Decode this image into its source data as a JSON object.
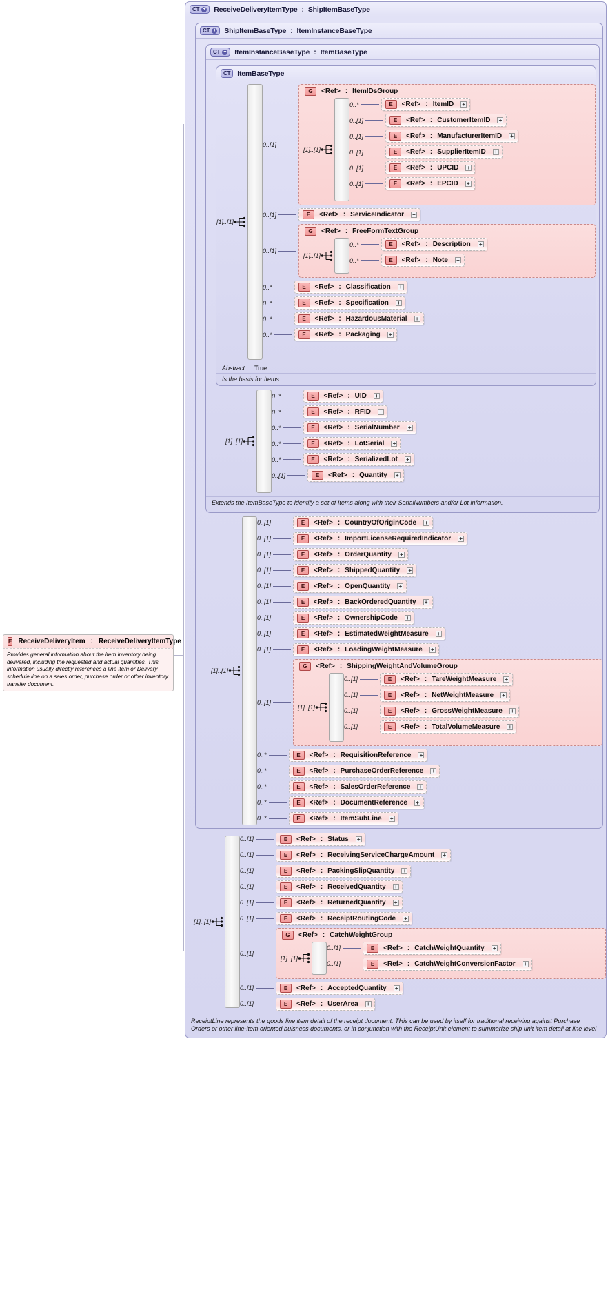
{
  "diagram": {
    "type": "xsd-schema-diagram",
    "root_element": {
      "badge": "E",
      "name": "ReceiveDeliveryItem",
      "separator": " : ",
      "type": "ReceiveDeliveryItemType",
      "documentation": "Provides general information about the item inventory being delivered, including the requested and actual quantities.  This information usually directly references a line item or Delivery schedule line on a sales order, purchase order or other inventory transfer document."
    },
    "containers": [
      {
        "badge": "CT",
        "expandable": true,
        "name": "ReceiveDeliveryItemType",
        "separator": " : ",
        "base": "ShipItemBaseType"
      },
      {
        "badge": "CT",
        "expandable": true,
        "name": "ShipItemBaseType",
        "separator": " : ",
        "base": "ItemInstanceBaseType"
      },
      {
        "badge": "CT",
        "expandable": true,
        "name": "ItemInstanceBaseType",
        "separator": " : ",
        "base": "ItemBaseType"
      },
      {
        "badge": "CT",
        "expandable": false,
        "name": "ItemBaseType",
        "separator": "",
        "base": ""
      }
    ],
    "item_base_type": {
      "sequence_cardinality": "[1]..[1]",
      "abstract_label": "Abstract",
      "abstract_value": "True",
      "documentation": "Is the basis for Items.",
      "children": [
        {
          "kind": "group",
          "cardinality": "0..[1]",
          "badge": "G",
          "ref": "<Ref>",
          "separator": " : ",
          "name": "ItemIDsGroup",
          "sequence_cardinality": "[1]..[1]",
          "children": [
            {
              "kind": "element",
              "cardinality": "0..*",
              "badge": "E",
              "ref": "<Ref>",
              "separator": " : ",
              "name": "ItemID",
              "expander": "+"
            },
            {
              "kind": "element",
              "cardinality": "0..[1]",
              "badge": "E",
              "ref": "<Ref>",
              "separator": " : ",
              "name": "CustomerItemID",
              "expander": "+"
            },
            {
              "kind": "element",
              "cardinality": "0..[1]",
              "badge": "E",
              "ref": "<Ref>",
              "separator": " : ",
              "name": "ManufacturerItemID",
              "expander": "+"
            },
            {
              "kind": "element",
              "cardinality": "0..[1]",
              "badge": "E",
              "ref": "<Ref>",
              "separator": " : ",
              "name": "SupplierItemID",
              "expander": "+"
            },
            {
              "kind": "element",
              "cardinality": "0..[1]",
              "badge": "E",
              "ref": "<Ref>",
              "separator": " : ",
              "name": "UPCID",
              "expander": "+"
            },
            {
              "kind": "element",
              "cardinality": "0..[1]",
              "badge": "E",
              "ref": "<Ref>",
              "separator": " : ",
              "name": "EPCID",
              "expander": "+"
            }
          ]
        },
        {
          "kind": "element",
          "cardinality": "0..[1]",
          "badge": "E",
          "ref": "<Ref>",
          "separator": " : ",
          "name": "ServiceIndicator",
          "expander": "+"
        },
        {
          "kind": "group",
          "cardinality": "0..[1]",
          "badge": "G",
          "ref": "<Ref>",
          "separator": " : ",
          "name": "FreeFormTextGroup",
          "sequence_cardinality": "[1]..[1]",
          "children": [
            {
              "kind": "element",
              "cardinality": "0..*",
              "badge": "E",
              "ref": "<Ref>",
              "separator": " : ",
              "name": "Description",
              "expander": "+"
            },
            {
              "kind": "element",
              "cardinality": "0..*",
              "badge": "E",
              "ref": "<Ref>",
              "separator": " : ",
              "name": "Note",
              "expander": "+"
            }
          ]
        },
        {
          "kind": "element",
          "cardinality": "0..*",
          "badge": "E",
          "ref": "<Ref>",
          "separator": " : ",
          "name": "Classification",
          "expander": "+"
        },
        {
          "kind": "element",
          "cardinality": "0..*",
          "badge": "E",
          "ref": "<Ref>",
          "separator": " : ",
          "name": "Specification",
          "expander": "+"
        },
        {
          "kind": "element",
          "cardinality": "0..*",
          "badge": "E",
          "ref": "<Ref>",
          "separator": " : ",
          "name": "HazardousMaterial",
          "expander": "+"
        },
        {
          "kind": "element",
          "cardinality": "0..*",
          "badge": "E",
          "ref": "<Ref>",
          "separator": " : ",
          "name": "Packaging",
          "expander": "+"
        }
      ]
    },
    "item_instance_base_type": {
      "sequence_cardinality": "[1]..[1]",
      "documentation": "Extends the ItemBaseType to identify a set of Items along with their SerialNumbers and/or Lot information.",
      "children": [
        {
          "kind": "element",
          "cardinality": "0..*",
          "badge": "E",
          "ref": "<Ref>",
          "separator": " : ",
          "name": "UID",
          "expander": "+"
        },
        {
          "kind": "element",
          "cardinality": "0..*",
          "badge": "E",
          "ref": "<Ref>",
          "separator": " : ",
          "name": "RFID",
          "expander": "+"
        },
        {
          "kind": "element",
          "cardinality": "0..*",
          "badge": "E",
          "ref": "<Ref>",
          "separator": " : ",
          "name": "SerialNumber",
          "expander": "+"
        },
        {
          "kind": "element",
          "cardinality": "0..*",
          "badge": "E",
          "ref": "<Ref>",
          "separator": " : ",
          "name": "LotSerial",
          "expander": "+"
        },
        {
          "kind": "element",
          "cardinality": "0..*",
          "badge": "E",
          "ref": "<Ref>",
          "separator": " : ",
          "name": "SerializedLot",
          "expander": "+"
        },
        {
          "kind": "element",
          "cardinality": "0..[1]",
          "badge": "E",
          "ref": "<Ref>",
          "separator": " : ",
          "name": "Quantity",
          "expander": "+"
        }
      ]
    },
    "ship_item_base_type": {
      "sequence_cardinality": "[1]..[1]",
      "children": [
        {
          "kind": "element",
          "cardinality": "0..[1]",
          "badge": "E",
          "ref": "<Ref>",
          "separator": " : ",
          "name": "CountryOfOriginCode",
          "expander": "+"
        },
        {
          "kind": "element",
          "cardinality": "0..[1]",
          "badge": "E",
          "ref": "<Ref>",
          "separator": " : ",
          "name": "ImportLicenseRequiredIndicator",
          "expander": "+"
        },
        {
          "kind": "element",
          "cardinality": "0..[1]",
          "badge": "E",
          "ref": "<Ref>",
          "separator": " : ",
          "name": "OrderQuantity",
          "expander": "+"
        },
        {
          "kind": "element",
          "cardinality": "0..[1]",
          "badge": "E",
          "ref": "<Ref>",
          "separator": " : ",
          "name": "ShippedQuantity",
          "expander": "+"
        },
        {
          "kind": "element",
          "cardinality": "0..[1]",
          "badge": "E",
          "ref": "<Ref>",
          "separator": " : ",
          "name": "OpenQuantity",
          "expander": "+"
        },
        {
          "kind": "element",
          "cardinality": "0..[1]",
          "badge": "E",
          "ref": "<Ref>",
          "separator": " : ",
          "name": "BackOrderedQuantity",
          "expander": "+"
        },
        {
          "kind": "element",
          "cardinality": "0..[1]",
          "badge": "E",
          "ref": "<Ref>",
          "separator": " : ",
          "name": "OwnershipCode",
          "expander": "+"
        },
        {
          "kind": "element",
          "cardinality": "0..[1]",
          "badge": "E",
          "ref": "<Ref>",
          "separator": " : ",
          "name": "EstimatedWeightMeasure",
          "expander": "+"
        },
        {
          "kind": "element",
          "cardinality": "0..[1]",
          "badge": "E",
          "ref": "<Ref>",
          "separator": " : ",
          "name": "LoadingWeightMeasure",
          "expander": "+"
        },
        {
          "kind": "group",
          "cardinality": "0..[1]",
          "badge": "G",
          "ref": "<Ref>",
          "separator": " : ",
          "name": "ShippingWeightAndVolumeGroup",
          "sequence_cardinality": "[1]..[1]",
          "children": [
            {
              "kind": "element",
              "cardinality": "0..[1]",
              "badge": "E",
              "ref": "<Ref>",
              "separator": " : ",
              "name": "TareWeightMeasure",
              "expander": "+"
            },
            {
              "kind": "element",
              "cardinality": "0..[1]",
              "badge": "E",
              "ref": "<Ref>",
              "separator": " : ",
              "name": "NetWeightMeasure",
              "expander": "+"
            },
            {
              "kind": "element",
              "cardinality": "0..[1]",
              "badge": "E",
              "ref": "<Ref>",
              "separator": " : ",
              "name": "GrossWeightMeasure",
              "expander": "+"
            },
            {
              "kind": "element",
              "cardinality": "0..[1]",
              "badge": "E",
              "ref": "<Ref>",
              "separator": " : ",
              "name": "TotalVolumeMeasure",
              "expander": "+"
            }
          ]
        },
        {
          "kind": "element",
          "cardinality": "0..*",
          "badge": "E",
          "ref": "<Ref>",
          "separator": " : ",
          "name": "RequisitionReference",
          "expander": "+"
        },
        {
          "kind": "element",
          "cardinality": "0..*",
          "badge": "E",
          "ref": "<Ref>",
          "separator": " : ",
          "name": "PurchaseOrderReference",
          "expander": "+"
        },
        {
          "kind": "element",
          "cardinality": "0..*",
          "badge": "E",
          "ref": "<Ref>",
          "separator": " : ",
          "name": "SalesOrderReference",
          "expander": "+"
        },
        {
          "kind": "element",
          "cardinality": "0..*",
          "badge": "E",
          "ref": "<Ref>",
          "separator": " : ",
          "name": "DocumentReference",
          "expander": "+"
        },
        {
          "kind": "element",
          "cardinality": "0..*",
          "badge": "E",
          "ref": "<Ref>",
          "separator": " : ",
          "name": "ItemSubLine",
          "expander": "+"
        }
      ]
    },
    "receive_delivery_item_type": {
      "sequence_cardinality": "[1]..[1]",
      "documentation": "ReceiptLine represents the goods line item detail of the receipt document. THis can be used by itself for traditional receiving against Purchase Orders or other line-item oriented buisness documents, or in conjunction with the ReceiptUnit element to summarize ship unit item detail at line level",
      "children": [
        {
          "kind": "element",
          "cardinality": "0..[1]",
          "badge": "E",
          "ref": "<Ref>",
          "separator": " : ",
          "name": "Status",
          "expander": "+"
        },
        {
          "kind": "element",
          "cardinality": "0..[1]",
          "badge": "E",
          "ref": "<Ref>",
          "separator": " : ",
          "name": "ReceivingServiceChargeAmount",
          "expander": "+"
        },
        {
          "kind": "element",
          "cardinality": "0..[1]",
          "badge": "E",
          "ref": "<Ref>",
          "separator": " : ",
          "name": "PackingSlipQuantity",
          "expander": "+"
        },
        {
          "kind": "element",
          "cardinality": "0..[1]",
          "badge": "E",
          "ref": "<Ref>",
          "separator": " : ",
          "name": "ReceivedQuantity",
          "expander": "+"
        },
        {
          "kind": "element",
          "cardinality": "0..[1]",
          "badge": "E",
          "ref": "<Ref>",
          "separator": " : ",
          "name": "ReturnedQuantity",
          "expander": "+"
        },
        {
          "kind": "element",
          "cardinality": "0..[1]",
          "badge": "E",
          "ref": "<Ref>",
          "separator": " : ",
          "name": "ReceiptRoutingCode",
          "expander": "+"
        },
        {
          "kind": "group",
          "cardinality": "0..[1]",
          "badge": "G",
          "ref": "<Ref>",
          "separator": " : ",
          "name": "CatchWeightGroup",
          "sequence_cardinality": "[1]..[1]",
          "children": [
            {
              "kind": "element",
              "cardinality": "0..[1]",
              "badge": "E",
              "ref": "<Ref>",
              "separator": " : ",
              "name": "CatchWeightQuantity",
              "expander": "+"
            },
            {
              "kind": "element",
              "cardinality": "0..[1]",
              "badge": "E",
              "ref": "<Ref>",
              "separator": " : ",
              "name": "CatchWeightConversionFactor",
              "expander": "+"
            }
          ]
        },
        {
          "kind": "element",
          "cardinality": "0..[1]",
          "badge": "E",
          "ref": "<Ref>",
          "separator": " : ",
          "name": "AcceptedQuantity",
          "expander": "+"
        },
        {
          "kind": "element",
          "cardinality": "0..[1]",
          "badge": "E",
          "ref": "<Ref>",
          "separator": " : ",
          "name": "UserArea",
          "expander": "+"
        }
      ]
    }
  },
  "colors": {
    "container_border": "#9a9ac8",
    "container_fill": "#dcdcf2",
    "group_border": "#c98a8a",
    "group_fill": "#fbdede",
    "element_fill": "#fde8e8",
    "badge_red": "#f19a9a",
    "line": "#6a6a9a"
  }
}
